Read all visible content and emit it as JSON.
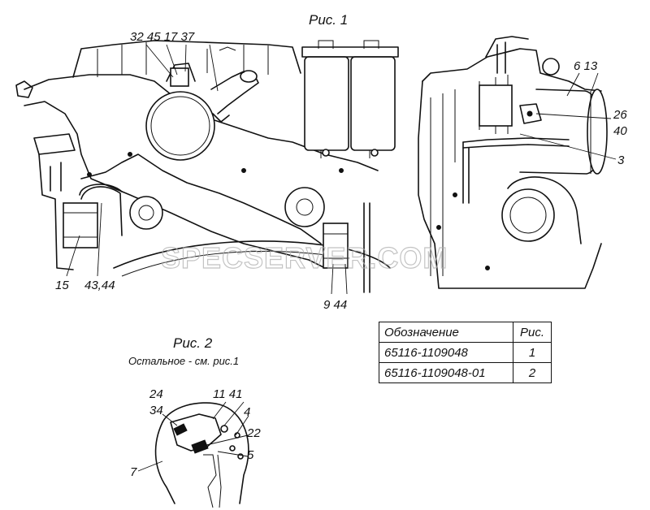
{
  "figures": {
    "fig1_caption": "Рис. 1",
    "fig2_caption": "Рис. 2",
    "fig2_note": "Остальное - см. рис.1"
  },
  "callouts_fig1_left": {
    "top_group": "32 45 17 37",
    "bottom_left_a": "15",
    "bottom_left_b": "43,44",
    "bottom_right": "9 44"
  },
  "callouts_fig1_right": {
    "top_group": "6 13",
    "c26": "26",
    "c40": "40",
    "c3": "3"
  },
  "callouts_fig2": {
    "c24": "24",
    "c34": "34",
    "c11_41": "11 41",
    "c4": "4",
    "c22": "22",
    "c5": "5",
    "c7": "7"
  },
  "watermark": "SPECSERVER.COM",
  "spec_table": {
    "header_designation": "Обозначение",
    "header_fig": "Рис.",
    "rows": [
      {
        "designation": "65116-1109048",
        "fig": "1"
      },
      {
        "designation": "65116-1109048-01",
        "fig": "2"
      }
    ]
  }
}
